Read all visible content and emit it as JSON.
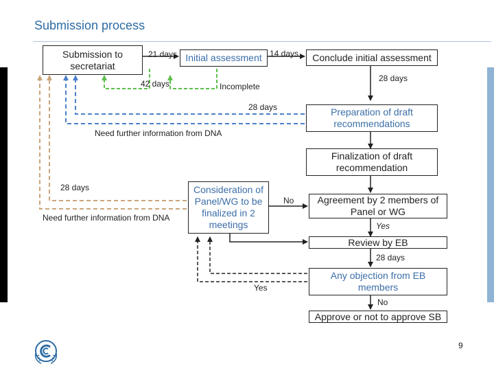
{
  "title": "Submission process",
  "page_number": "9",
  "boxes": {
    "submission": "Submission to secretariat",
    "initial": "Initial assessment",
    "conclude": "Conclude initial assessment",
    "preparation": "Preparation of draft recommendations",
    "finalization": "Finalization of draft recommendation",
    "consideration": "Consideration of Panel/WG to be finalized in 2 meetings",
    "agreement": "Agreement by 2 members of Panel or WG",
    "review": "Review by EB",
    "objection": "Any objection from EB members",
    "approve": "Approve or not to approve SB"
  },
  "labels": {
    "d21": "21 days",
    "d14": "14 days",
    "d42": "42 days",
    "incomplete": "Incomplete",
    "d28a": "28 days",
    "d28b": "28 days",
    "need1": "Need further information from DNA",
    "d28c": "28 days",
    "need2": "Need further information from DNA",
    "no1": "No",
    "yes1": "Yes",
    "d28d": "28 days",
    "yes2": "Yes",
    "no2": "No"
  },
  "colors": {
    "title": "#2e6ca4",
    "green_arrow": "#5cbf4a",
    "blue_dashed": "#4a7fc9",
    "tan_dashed": "#c9a57a",
    "black_dashed": "#222222",
    "side_bar_right": "#8fb3d4"
  },
  "icons": {
    "logo": "unfccc-logo-icon"
  }
}
